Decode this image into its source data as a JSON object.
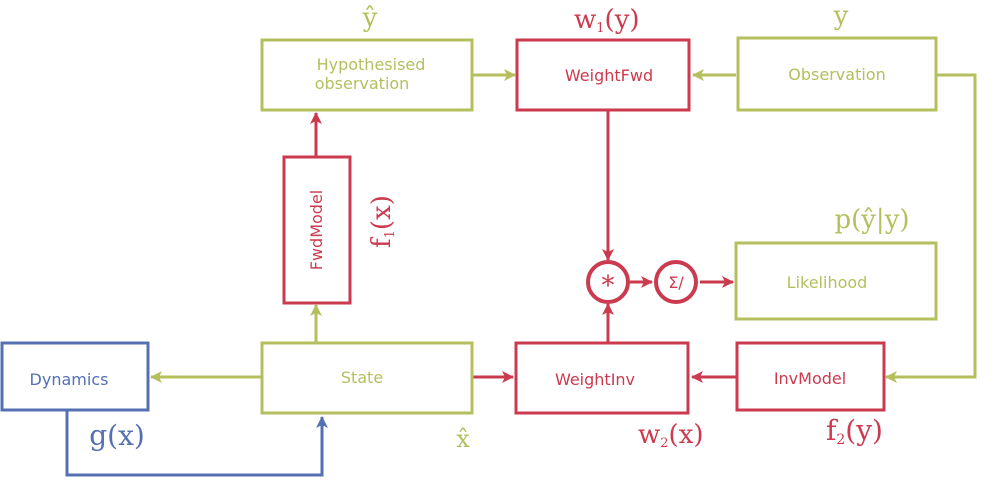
{
  "colors": {
    "olive": "#b5bf5e",
    "red": "#cc3a4f",
    "blue": "#5470b3"
  },
  "nodes": {
    "hypothesised_observation": {
      "line1": "Hypothesised",
      "line2": "observation"
    },
    "weight_fwd": "WeightFwd",
    "observation": "Observation",
    "fwd_model": "FwdModel",
    "likelihood": "Likelihood",
    "dynamics": "Dynamics",
    "state": "State",
    "weight_inv": "WeightInv",
    "inv_model": "InvModel",
    "multiply_op": "*",
    "normalize_op": "Σ/"
  },
  "math_labels": {
    "y_hat": "ŷ",
    "w1": {
      "base": "w",
      "sub": "1",
      "arg": "(y)"
    },
    "y": "y",
    "f1": {
      "base": "f",
      "sub": "1",
      "arg": "(x)"
    },
    "p": "p(ŷ|y)",
    "g": "g(x)",
    "x_hat": "x̂",
    "w2": {
      "base": "w",
      "sub": "2",
      "arg": "(x)"
    },
    "f2": {
      "base": "f",
      "sub": "2",
      "arg": "(y)"
    }
  }
}
